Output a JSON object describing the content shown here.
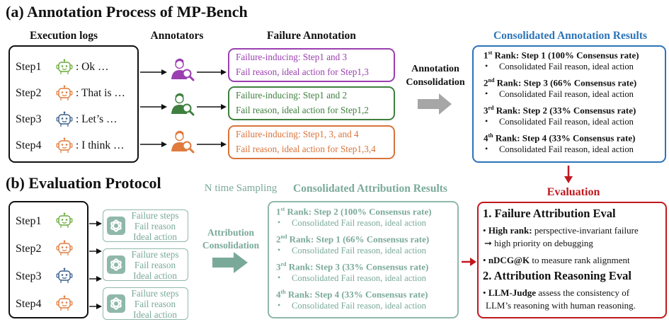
{
  "section_a": {
    "title": "(a) Annotation Process of MP-Bench"
  },
  "section_b": {
    "title": "(b) Evaluation Protocol"
  },
  "headers": {
    "execution_logs": "Execution logs",
    "annotators": "Annotators",
    "failure_annotation": "Failure Annotation",
    "consolidated_annotation": "Consolidated Annotation Results",
    "annotation_consolidation_1": "Annotation",
    "annotation_consolidation_2": "Consolidation",
    "n_time_sampling": "N time Sampling",
    "consolidated_attribution": "Consolidated Attribution Results",
    "attribution_consolidation_1": "Attribution",
    "attribution_consolidation_2": "Consolidation",
    "evaluation": "Evaluation"
  },
  "execution_logs": [
    {
      "step": "Step1",
      "text": ": Ok …",
      "bot_color": "#6aaa3a"
    },
    {
      "step": "Step2",
      "text": ": That is …",
      "bot_color": "#e07b3c"
    },
    {
      "step": "Step3",
      "text": ": Let’s …",
      "bot_color": "#3a5f8c"
    },
    {
      "step": "Step4",
      "text": ": I think …",
      "bot_color": "#e07b3c"
    }
  ],
  "annotators": [
    {
      "color": "#9b3fb0"
    },
    {
      "color": "#3f7f3f"
    },
    {
      "color": "#e07b3c"
    }
  ],
  "failure_annotations": [
    {
      "line1": "Failure-inducing: Step1 and 3",
      "line2": "Fail reason, ideal action for Step1,3",
      "color": "#9b3fb0"
    },
    {
      "line1": "Failure-inducing: Step1 and 2",
      "line2": "Fail reason, ideal action for Step1,2",
      "color": "#3f7f3f"
    },
    {
      "line1": "Failure-inducing: Step1, 3, and 4",
      "line2": "Fail reason, ideal action for Step1,3,4",
      "color": "#d9733a"
    }
  ],
  "consolidated_annotation_results": [
    {
      "ord": "1",
      "sup": "st",
      "rest": " Rank: Step 1 (100% Consensus rate)",
      "detail": "Consolidated Fail reason, ideal action"
    },
    {
      "ord": "2",
      "sup": "nd",
      "rest": " Rank: Step 3 (66% Consensus rate)",
      "detail": "Consolidated Fail reason, ideal action"
    },
    {
      "ord": "3",
      "sup": "rd",
      "rest": " Rank: Step 2 (33% Consensus rate)",
      "detail": "Consolidated Fail reason, ideal action"
    },
    {
      "ord": "4",
      "sup": "th",
      "rest": " Rank: Step 4 (33% Consensus rate)",
      "detail": "Consolidated Fail reason, ideal action"
    }
  ],
  "eval_logs": [
    {
      "step": "Step1",
      "bot_color": "#6aaa3a"
    },
    {
      "step": "Step2",
      "bot_color": "#e07b3c"
    },
    {
      "step": "Step3",
      "bot_color": "#3a5f8c"
    },
    {
      "step": "Step4",
      "bot_color": "#e07b3c"
    }
  ],
  "samples": [
    {
      "l1": "Failure steps",
      "l2": "Fail reason",
      "l3": "Ideal action"
    },
    {
      "l1": "Failure steps",
      "l2": "Fail reason",
      "l3": "Ideal action"
    },
    {
      "l1": "Failure steps",
      "l2": "Fail reason",
      "l3": "Ideal action"
    }
  ],
  "consolidated_attribution_results": [
    {
      "ord": "1",
      "sup": "st",
      "rest": " Rank: Step 2 (100% Consensus rate)",
      "detail": "Consolidated Fail reason, ideal action"
    },
    {
      "ord": "2",
      "sup": "nd",
      "rest": " Rank: Step 1 (66% Consensus rate)",
      "detail": "Consolidated Fail reason, ideal action"
    },
    {
      "ord": "3",
      "sup": "rd",
      "rest": " Rank: Step 3 (33% Consensus rate)",
      "detail": "Consolidated Fail reason, ideal action"
    },
    {
      "ord": "4",
      "sup": "th",
      "rest": " Rank: Step 4 (33% Consensus rate)",
      "detail": "Consolidated Fail reason, ideal action"
    }
  ],
  "evaluation_box": {
    "h1": "1. Failure Attribution Eval",
    "b1_bold": "High rank:",
    "b1_rest": " perspective-invariant failure",
    "b1_cont": "high priority on debugging",
    "b2_bold": "nDCG@K",
    "b2_rest": " to measure rank alignment",
    "h2": "2. Attribution Reasoning Eval",
    "b3_bold": "LLM-Judge",
    "b3_rest": " assess the consistency of",
    "b3_cont": "LLM’s reasoning with human reasoning."
  },
  "colors": {
    "blue_accent": "#2b74b8",
    "teal_accent": "#7aa99a",
    "red_accent": "#c0181e"
  }
}
